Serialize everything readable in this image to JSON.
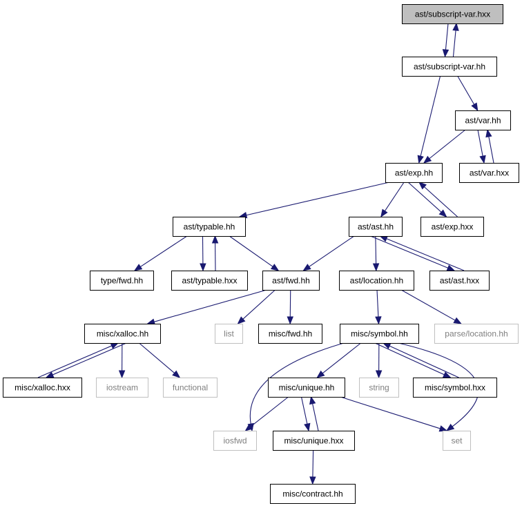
{
  "colors": {
    "edge": "#191970",
    "node_border": "#000000",
    "external_border": "#bfbfbf",
    "external_text": "#7f7f7f",
    "root_fill": "#bfbfbf",
    "node_fill": "#ffffff"
  },
  "nodes": {
    "subscript_var_hxx": {
      "label": "ast/subscript-var.hxx",
      "style": "root"
    },
    "subscript_var_hh": {
      "label": "ast/subscript-var.hh",
      "style": "normal"
    },
    "var_hh": {
      "label": "ast/var.hh",
      "style": "normal"
    },
    "exp_hh": {
      "label": "ast/exp.hh",
      "style": "normal"
    },
    "var_hxx": {
      "label": "ast/var.hxx",
      "style": "normal"
    },
    "typable_hh": {
      "label": "ast/typable.hh",
      "style": "normal"
    },
    "ast_hh": {
      "label": "ast/ast.hh",
      "style": "normal"
    },
    "exp_hxx": {
      "label": "ast/exp.hxx",
      "style": "normal"
    },
    "type_fwd_hh": {
      "label": "type/fwd.hh",
      "style": "normal"
    },
    "typable_hxx": {
      "label": "ast/typable.hxx",
      "style": "normal"
    },
    "ast_fwd_hh": {
      "label": "ast/fwd.hh",
      "style": "normal"
    },
    "location_hh": {
      "label": "ast/location.hh",
      "style": "normal"
    },
    "ast_hxx": {
      "label": "ast/ast.hxx",
      "style": "normal"
    },
    "xalloc_hh": {
      "label": "misc/xalloc.hh",
      "style": "normal"
    },
    "list": {
      "label": "list",
      "style": "external"
    },
    "misc_fwd_hh": {
      "label": "misc/fwd.hh",
      "style": "normal"
    },
    "symbol_hh": {
      "label": "misc/symbol.hh",
      "style": "normal"
    },
    "parse_location_hh": {
      "label": "parse/location.hh",
      "style": "external"
    },
    "xalloc_hxx": {
      "label": "misc/xalloc.hxx",
      "style": "normal"
    },
    "iostream": {
      "label": "iostream",
      "style": "external"
    },
    "functional": {
      "label": "functional",
      "style": "external"
    },
    "unique_hh": {
      "label": "misc/unique.hh",
      "style": "normal"
    },
    "string": {
      "label": "string",
      "style": "external"
    },
    "symbol_hxx": {
      "label": "misc/symbol.hxx",
      "style": "normal"
    },
    "iosfwd": {
      "label": "iosfwd",
      "style": "external"
    },
    "unique_hxx": {
      "label": "misc/unique.hxx",
      "style": "normal"
    },
    "set": {
      "label": "set",
      "style": "external"
    },
    "contract_hh": {
      "label": "misc/contract.hh",
      "style": "normal"
    }
  },
  "edges": [
    [
      "subscript_var_hxx",
      "subscript_var_hh"
    ],
    [
      "subscript_var_hh",
      "subscript_var_hxx"
    ],
    [
      "subscript_var_hh",
      "var_hh"
    ],
    [
      "subscript_var_hh",
      "exp_hh"
    ],
    [
      "var_hh",
      "exp_hh"
    ],
    [
      "var_hh",
      "var_hxx"
    ],
    [
      "var_hxx",
      "var_hh"
    ],
    [
      "exp_hh",
      "typable_hh"
    ],
    [
      "exp_hh",
      "ast_hh"
    ],
    [
      "exp_hh",
      "exp_hxx"
    ],
    [
      "exp_hxx",
      "exp_hh"
    ],
    [
      "typable_hh",
      "type_fwd_hh"
    ],
    [
      "typable_hh",
      "typable_hxx"
    ],
    [
      "typable_hh",
      "ast_fwd_hh"
    ],
    [
      "typable_hxx",
      "typable_hh"
    ],
    [
      "ast_hh",
      "ast_fwd_hh"
    ],
    [
      "ast_hh",
      "location_hh"
    ],
    [
      "ast_hh",
      "ast_hxx"
    ],
    [
      "ast_hxx",
      "ast_hh"
    ],
    [
      "ast_fwd_hh",
      "xalloc_hh"
    ],
    [
      "ast_fwd_hh",
      "list"
    ],
    [
      "ast_fwd_hh",
      "misc_fwd_hh"
    ],
    [
      "location_hh",
      "symbol_hh"
    ],
    [
      "location_hh",
      "parse_location_hh"
    ],
    [
      "xalloc_hh",
      "xalloc_hxx"
    ],
    [
      "xalloc_hxx",
      "xalloc_hh"
    ],
    [
      "xalloc_hh",
      "iostream"
    ],
    [
      "xalloc_hh",
      "functional"
    ],
    [
      "symbol_hh",
      "iosfwd"
    ],
    [
      "symbol_hh",
      "unique_hh"
    ],
    [
      "symbol_hh",
      "string"
    ],
    [
      "symbol_hh",
      "symbol_hxx"
    ],
    [
      "symbol_hxx",
      "symbol_hh"
    ],
    [
      "symbol_hh",
      "set"
    ],
    [
      "unique_hh",
      "iosfwd"
    ],
    [
      "unique_hh",
      "unique_hxx"
    ],
    [
      "unique_hxx",
      "unique_hh"
    ],
    [
      "unique_hh",
      "set"
    ],
    [
      "unique_hxx",
      "contract_hh"
    ]
  ]
}
